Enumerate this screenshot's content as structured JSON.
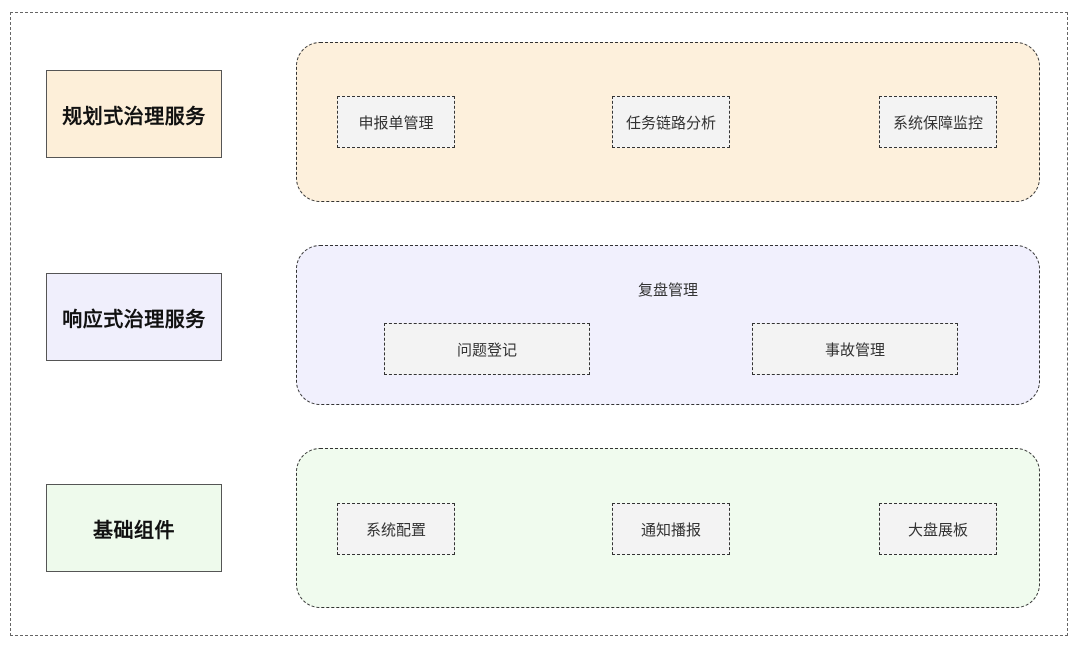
{
  "colors": {
    "planned_fill": "#fdf0dc",
    "planned_label_fill": "#fdefd9",
    "responsive_fill": "#f1f0fd",
    "responsive_label_fill": "#f0effc",
    "foundation_fill": "#f0fbee",
    "foundation_label_fill": "#eefaec",
    "module_fill": "#f3f3f3",
    "border": "#333333"
  },
  "layers": [
    {
      "label": "规划式治理服务",
      "modules": [
        "申报单管理",
        "任务链路分析",
        "系统保障监控"
      ]
    },
    {
      "label": "响应式治理服务",
      "caption": "复盘管理",
      "modules": [
        "问题登记",
        "事故管理"
      ]
    },
    {
      "label": "基础组件",
      "modules": [
        "系统配置",
        "通知播报",
        "大盘展板"
      ]
    }
  ]
}
